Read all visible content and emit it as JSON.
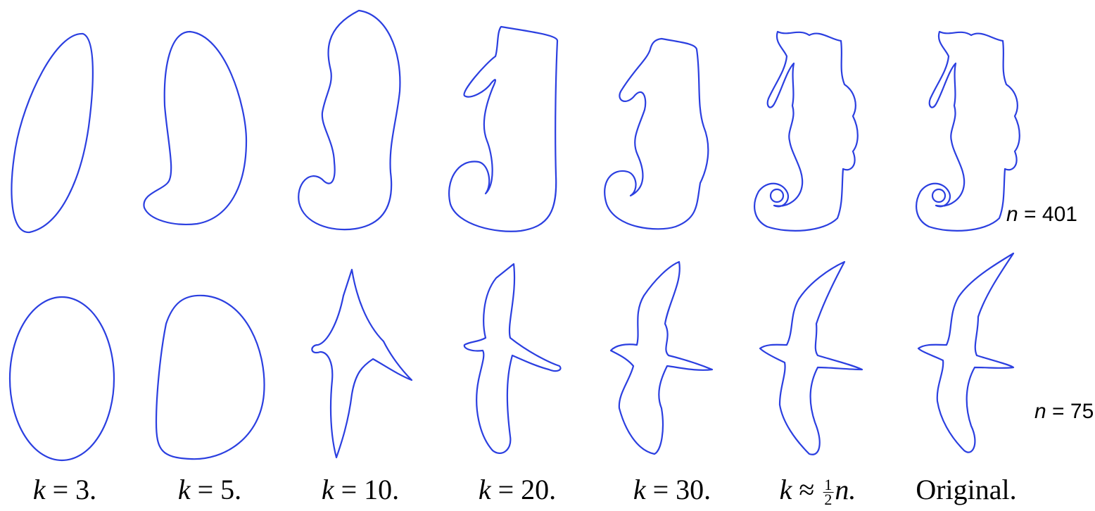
{
  "rows": [
    {
      "n_var": "n",
      "n_value": "= 401",
      "subject": "seahorse"
    },
    {
      "n_var": "n",
      "n_value": "= 75",
      "subject": "bird"
    }
  ],
  "columns": [
    {
      "var": "k",
      "rel": " = ",
      "value": "3."
    },
    {
      "var": "k",
      "rel": " = ",
      "value": "5."
    },
    {
      "var": "k",
      "rel": " = ",
      "value": "10."
    },
    {
      "var": "k",
      "rel": " = ",
      "value": "20."
    },
    {
      "var": "k",
      "rel": " = ",
      "value": "30."
    },
    {
      "var": "k",
      "rel": " ≈ ",
      "frac_num": "1",
      "frac_den": "2",
      "tail": "n."
    },
    {
      "var": "",
      "rel": "",
      "value": "Original."
    }
  ],
  "colors": {
    "outline": "#2b3fe0",
    "text": "#000000"
  }
}
